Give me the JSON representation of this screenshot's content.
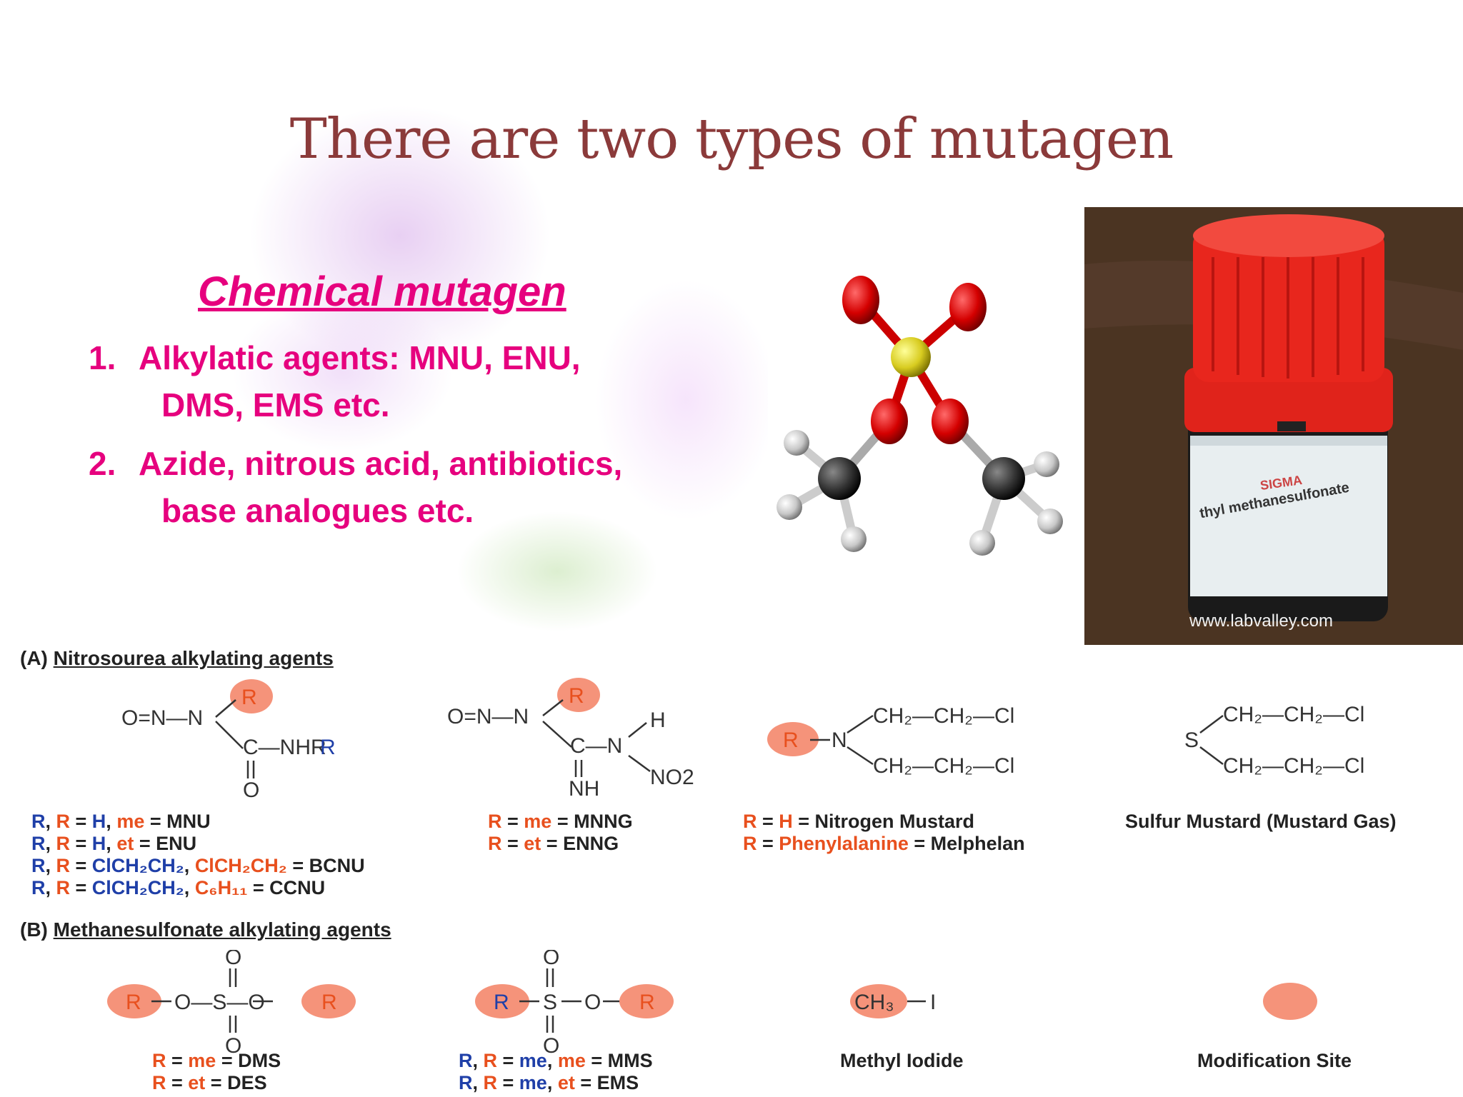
{
  "slide": {
    "title": "There are two types of mutagen",
    "subtitle": "Chemical mutagen",
    "list": [
      {
        "num": "1.",
        "line1": "Alkylatic agents: MNU, ENU,",
        "line2": "DMS, EMS etc."
      },
      {
        "num": "2.",
        "line1": "Azide, nitrous acid, antibiotics,",
        "line2": "base analogues etc."
      }
    ]
  },
  "photo": {
    "watermark": "www.labvalley.com",
    "brand": "SIGMA",
    "label_text": "thyl methanesulfonate"
  },
  "figure": {
    "section_a_letter": "(A)",
    "section_a_title": "Nitrosourea alkylating agents",
    "section_b_letter": "(B)",
    "section_b_title": "Methanesulfonate alkylating agents",
    "colors": {
      "blue": "#1f3fa8",
      "orange": "#e8501e",
      "highlight": "#f5937a"
    },
    "captions": {
      "mnu": [
        [
          {
            "t": "R",
            "c": "blue"
          },
          {
            "t": ", ",
            "c": ""
          },
          {
            "t": "R",
            "c": "orange"
          },
          {
            "t": " = ",
            "c": ""
          },
          {
            "t": "H",
            "c": "blue"
          },
          {
            "t": ", ",
            "c": ""
          },
          {
            "t": "me",
            "c": "orange"
          },
          {
            "t": " = MNU",
            "c": ""
          }
        ],
        [
          {
            "t": "R",
            "c": "blue"
          },
          {
            "t": ", ",
            "c": ""
          },
          {
            "t": "R",
            "c": "orange"
          },
          {
            "t": " = ",
            "c": ""
          },
          {
            "t": "H",
            "c": "blue"
          },
          {
            "t": ", ",
            "c": ""
          },
          {
            "t": "et",
            "c": "orange"
          },
          {
            "t": " = ENU",
            "c": ""
          }
        ],
        [
          {
            "t": "R",
            "c": "blue"
          },
          {
            "t": ", ",
            "c": ""
          },
          {
            "t": "R",
            "c": "orange"
          },
          {
            "t": " = ",
            "c": ""
          },
          {
            "t": "ClCH₂CH₂",
            "c": "blue"
          },
          {
            "t": ", ",
            "c": ""
          },
          {
            "t": "ClCH₂CH₂",
            "c": "orange"
          },
          {
            "t": " = BCNU",
            "c": ""
          }
        ],
        [
          {
            "t": "R",
            "c": "blue"
          },
          {
            "t": ", ",
            "c": ""
          },
          {
            "t": "R",
            "c": "orange"
          },
          {
            "t": " = ",
            "c": ""
          },
          {
            "t": "ClCH₂CH₂",
            "c": "blue"
          },
          {
            "t": ", ",
            "c": ""
          },
          {
            "t": "C₆H₁₁",
            "c": "orange"
          },
          {
            "t": " = CCNU",
            "c": ""
          }
        ]
      ],
      "mnng": [
        [
          {
            "t": "R",
            "c": "orange"
          },
          {
            "t": " = ",
            "c": ""
          },
          {
            "t": "me",
            "c": "orange"
          },
          {
            "t": " = MNNG",
            "c": ""
          }
        ],
        [
          {
            "t": "R",
            "c": "orange"
          },
          {
            "t": " = ",
            "c": ""
          },
          {
            "t": "et",
            "c": "orange"
          },
          {
            "t": " = ENNG",
            "c": ""
          }
        ]
      ],
      "nitrogen": [
        [
          {
            "t": "R",
            "c": "orange"
          },
          {
            "t": " = ",
            "c": ""
          },
          {
            "t": "H",
            "c": "orange"
          },
          {
            "t": " = Nitrogen Mustard",
            "c": ""
          }
        ],
        [
          {
            "t": "R",
            "c": "orange"
          },
          {
            "t": " = ",
            "c": ""
          },
          {
            "t": "Phenylalanine",
            "c": "orange"
          },
          {
            "t": " = Melphelan",
            "c": ""
          }
        ]
      ],
      "sulfur": [
        [
          {
            "t": "Sulfur Mustard (Mustard Gas)",
            "c": ""
          }
        ]
      ],
      "dms": [
        [
          {
            "t": "R",
            "c": "orange"
          },
          {
            "t": " = ",
            "c": ""
          },
          {
            "t": "me",
            "c": "orange"
          },
          {
            "t": " = DMS",
            "c": ""
          }
        ],
        [
          {
            "t": "R",
            "c": "orange"
          },
          {
            "t": " = ",
            "c": ""
          },
          {
            "t": "et",
            "c": "orange"
          },
          {
            "t": " = DES",
            "c": ""
          }
        ]
      ],
      "mms": [
        [
          {
            "t": "R",
            "c": "blue"
          },
          {
            "t": ", ",
            "c": ""
          },
          {
            "t": "R",
            "c": "orange"
          },
          {
            "t": " = ",
            "c": ""
          },
          {
            "t": "me",
            "c": "blue"
          },
          {
            "t": ", ",
            "c": ""
          },
          {
            "t": "me",
            "c": "orange"
          },
          {
            "t": " = MMS",
            "c": ""
          }
        ],
        [
          {
            "t": "R",
            "c": "blue"
          },
          {
            "t": ", ",
            "c": ""
          },
          {
            "t": "R",
            "c": "orange"
          },
          {
            "t": " = ",
            "c": ""
          },
          {
            "t": "me",
            "c": "blue"
          },
          {
            "t": ", ",
            "c": ""
          },
          {
            "t": "et",
            "c": "orange"
          },
          {
            "t": " = EMS",
            "c": ""
          }
        ]
      ],
      "iodide": [
        [
          {
            "t": "Methyl Iodide",
            "c": ""
          }
        ]
      ],
      "site": [
        [
          {
            "t": "Modification Site",
            "c": ""
          }
        ]
      ]
    },
    "structures": {
      "r": "R",
      "o_n_n": "O=N—N",
      "nhr_nh": "C—NHR",
      "nhr_r": "R",
      "o": "O",
      "h": "H",
      "no2": "NO2",
      "nh": "NH",
      "c_n": "C—N",
      "n": "N",
      "s": "S",
      "ch2_ch2_cl": "CH₂—CH₂—Cl",
      "ch3": "CH₃",
      "i": "I",
      "o_s_o": "O—S—O",
      "dms_o": "O"
    }
  }
}
